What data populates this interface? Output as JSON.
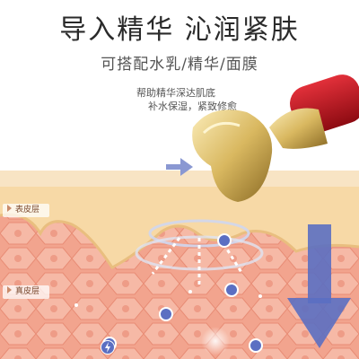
{
  "title": "导入精华 沁润紧肤",
  "subtitle": "可搭配水乳/精华/面膜",
  "desc_line1": "帮助精华深达肌底",
  "desc_line2": "补水保湿，紧致修愈",
  "layers": {
    "epidermis": "表皮层",
    "dermis": "真皮层"
  },
  "colors": {
    "skin": "#f3a690",
    "cream": "#f7d9a6",
    "device_red": "#c3141d",
    "gold": "#d9b860",
    "arrow_blue": "#5b6fc2"
  },
  "icons": [
    "arrow-right-icon",
    "massage-device-icon",
    "skin-cross-section-icon",
    "down-arrow-icon",
    "negative-ion-icon",
    "lightning-icon"
  ]
}
